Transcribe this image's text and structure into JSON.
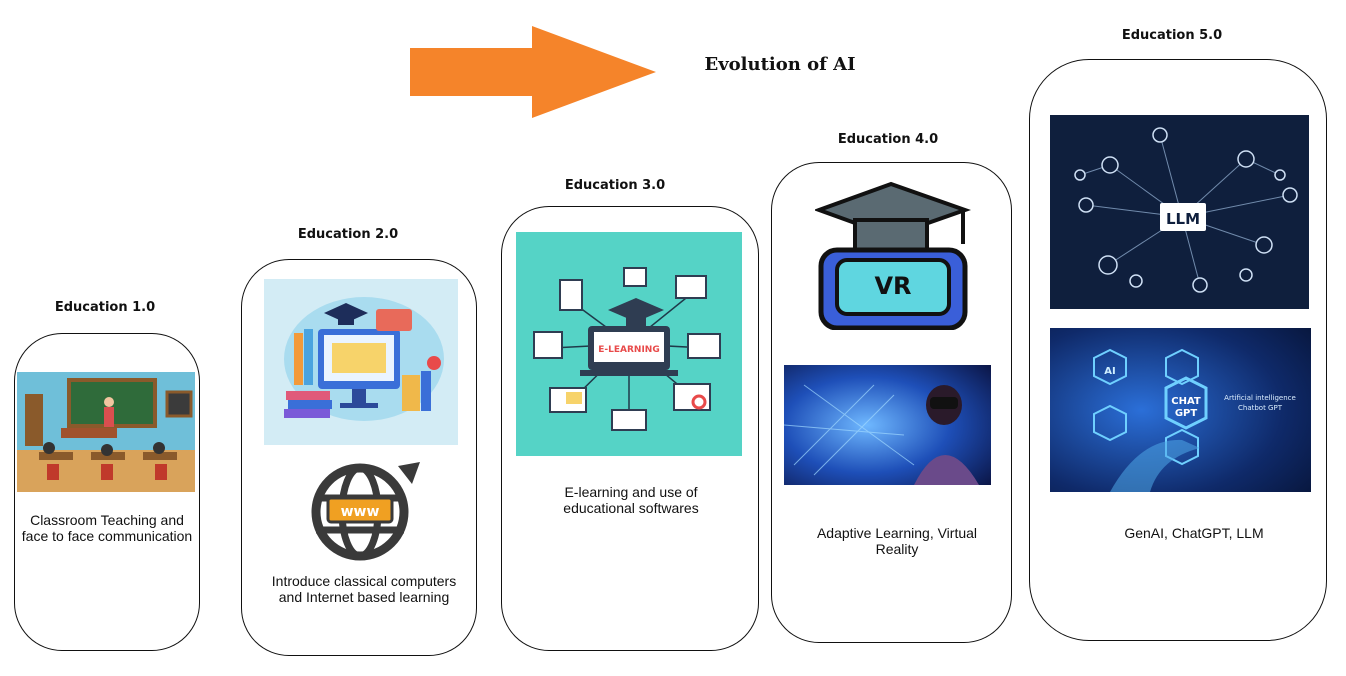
{
  "title": "Evolution of AI",
  "stages": [
    {
      "label": "Education 1.0",
      "description": "Classroom Teaching and face to face communication"
    },
    {
      "label": "Education 2.0",
      "description": "Introduce classical computers and Internet based learning"
    },
    {
      "label": "Education 3.0",
      "description": "E-learning and use of educational softwares"
    },
    {
      "label": "Education 4.0",
      "description": "Adaptive Learning, Virtual Reality"
    },
    {
      "label": "Education 5.0",
      "description": "GenAI, ChatGPT, LLM"
    }
  ],
  "image_text": {
    "www": "www",
    "elearning": "E-LEARNING",
    "vr": "VR",
    "llm": "LLM",
    "chat": "CHAT",
    "gpt": "GPT",
    "ai": "AI",
    "chatbot_line1": "Artificial intelligence",
    "chatbot_line2": "Chatbot GPT"
  },
  "colors": {
    "arrow": "#f5842a",
    "teal": "#55d3c6",
    "navy": "#0f1f3d",
    "vr_blue": "#3a5fd9"
  }
}
